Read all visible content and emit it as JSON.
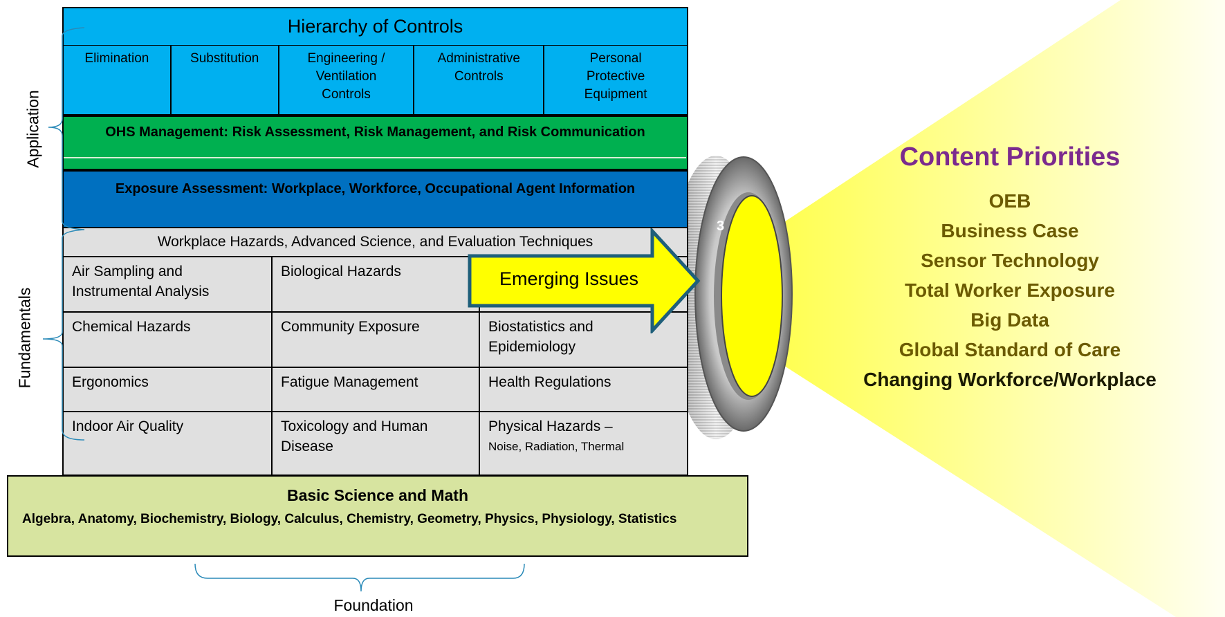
{
  "hierarchy": {
    "title": "Hierarchy of Controls",
    "controls": [
      "Elimination",
      "Substitution",
      "Engineering / Ventilation Controls",
      "Administrative Controls",
      "Personal Protective Equipment"
    ]
  },
  "ohs_management": "OHS Management: Risk Assessment, Risk Management, and Risk Communication",
  "exposure_assessment": "Exposure Assessment: Workplace, Workforce, Occupational Agent Information",
  "workplace_hazards_header": "Workplace Hazards, Advanced Science, and Evaluation Techniques",
  "fundamentals_grid": {
    "row1": [
      "Air Sampling and Instrumental Analysis",
      "Biological Hazards"
    ],
    "row2": [
      "Chemical Hazards",
      "Community Exposure",
      "Biostatistics and Epidemiology"
    ],
    "row3": [
      "Ergonomics",
      "Fatigue Management",
      "Health Regulations"
    ],
    "row4": [
      "Indoor Air Quality",
      "Toxicology and Human Disease",
      "Physical Hazards –"
    ],
    "physical_hazards_sub": "Noise, Radiation, Thermal"
  },
  "basic_science": {
    "title": "Basic Science and Math",
    "subjects": "Algebra, Anatomy, Biochemistry, Biology, Calculus, Chemistry, Geometry, Physics, Physiology, Statistics"
  },
  "side_labels": {
    "application": "Application",
    "fundamentals": "Fundamentals",
    "foundation": "Foundation"
  },
  "emerging_issues": "Emerging Issues",
  "lens_number": "3",
  "content_priorities": {
    "title": "Content Priorities",
    "items": [
      "OEB",
      "Business Case",
      "Sensor Technology",
      "Total Worker Exposure",
      "Big Data",
      "Global Standard of Care",
      "Changing Workforce/Workplace"
    ]
  },
  "colors": {
    "controls_blue": "#00b0f0",
    "ohs_green": "#00b050",
    "exposure_blue": "#0070c0",
    "fundamentals_gray": "#e0e0e0",
    "foundation_olive": "#d7e4a0",
    "arrow_yellow": "#ffff00",
    "arrow_outline": "#1f5f7a",
    "beam_yellow": "#ffff80",
    "priorities_title_purple": "#7b2a8e",
    "priorities_item_olive": "#6b5a00"
  }
}
